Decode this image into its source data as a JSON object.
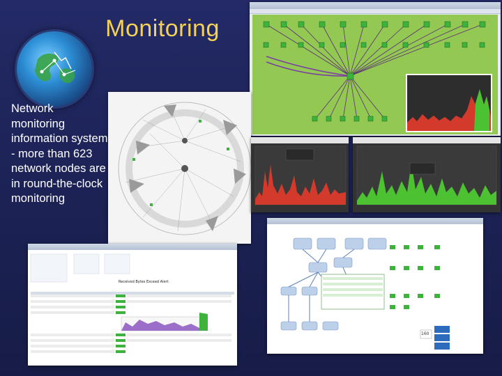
{
  "slide": {
    "title": "Monitoring",
    "description": "Network monitoring information system - more than 623 network nodes are in round-the-clock monitoring"
  },
  "screens": {
    "table_view": {
      "heading": "Received Bytes Exceed Alert"
    },
    "diagram_view": {
      "counter": "160"
    }
  },
  "colors": {
    "background": "#1d2356",
    "title": "#f3d15a",
    "text": "#ffffff",
    "topology_green": "#93c952",
    "chart_red": "#d33a2c",
    "chart_green": "#4cc232"
  }
}
